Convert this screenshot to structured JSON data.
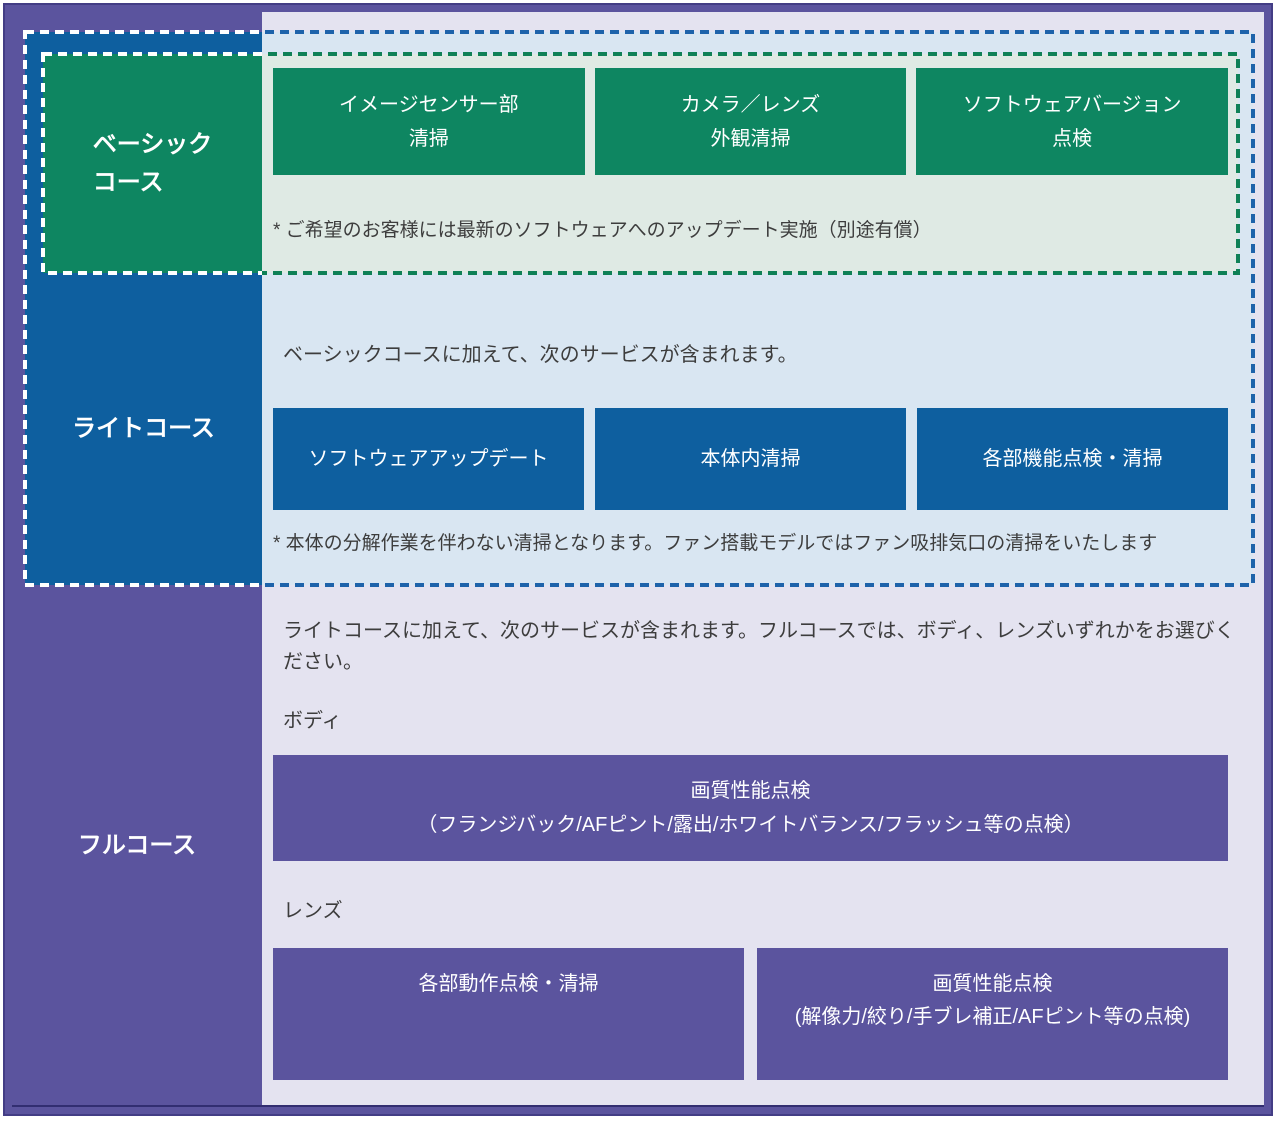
{
  "courses": {
    "basic": {
      "label": "ベーシック\nコース",
      "services": [
        "イメージセンサー部\n清掃",
        "カメラ／レンズ\n外観清掃",
        "ソフトウェアバージョン\n点検"
      ],
      "note": "* ご希望のお客様には最新のソフトウェアへのアップデート実施（別途有償）"
    },
    "light": {
      "label": "ライトコース",
      "intro": "ベーシックコースに加えて、次のサービスが含まれます。",
      "services": [
        "ソフトウェアアップデート",
        "本体内清掃",
        "各部機能点検・清掃"
      ],
      "note": "* 本体の分解作業を伴わない清掃となります。ファン搭載モデルではファン吸排気口の清掃をいたします"
    },
    "full": {
      "label": "フルコース",
      "intro": "ライトコースに加えて、次のサービスが含まれます。フルコースでは、ボディ、レンズいずれかをお選びください。",
      "body_heading": "ボディ",
      "body_services": [
        "画質性能点検\n（フランジバック/AFピント/露出/ホワイトバランス/フラッシュ等の点検）"
      ],
      "lens_heading": "レンズ",
      "lens_services": [
        "各部動作点検・清掃",
        "画質性能点検\n(解像力/絞り/手ブレ補正/AFピント等の点検)"
      ]
    }
  },
  "colors": {
    "course_green": "#0e8661",
    "course_blue": "#0e5f9f",
    "course_purple": "#5b549e",
    "bg_light_green": "#dfeae4",
    "bg_light_blue": "#d9e6f2",
    "bg_lavender": "#e4e3f0",
    "dash_green": "#0f8156",
    "dash_blue": "#1e63aa",
    "frame_outline": "#433d85",
    "text_gray": "#3d3d3d"
  }
}
